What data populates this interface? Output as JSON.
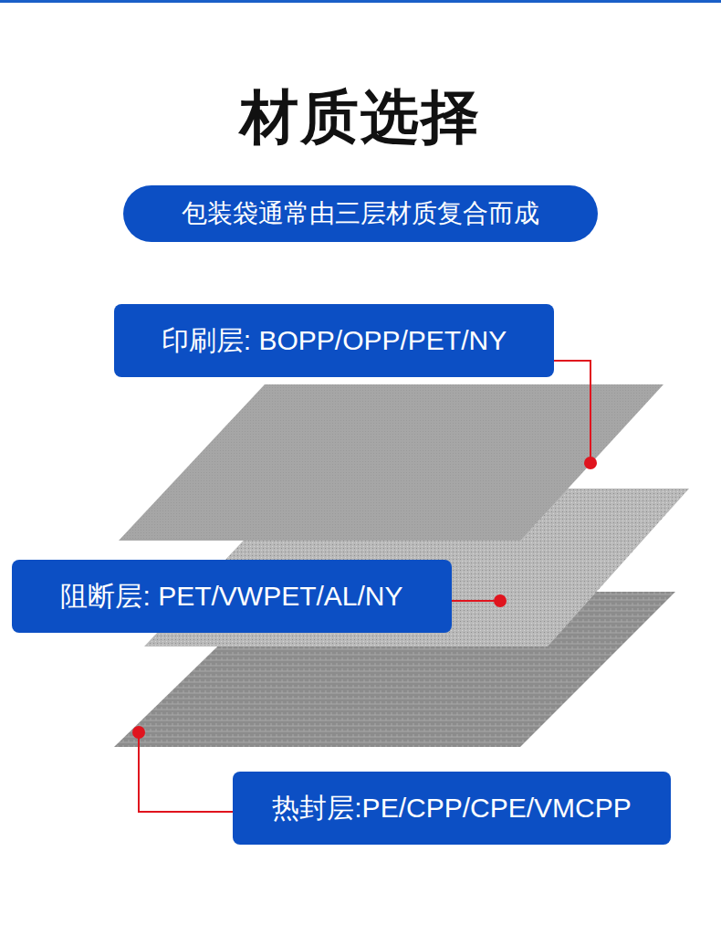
{
  "diagram": {
    "title": "材质选择",
    "nodes": [
      {
        "text": [
          "包装袋通常由三层材质复合而成"
        ]
      },
      {
        "text": [
          "印刷层: BOPP/OPP/PET/NY"
        ]
      },
      {
        "text": [
          "阻断层: PET/VWPET/AL/NY"
        ]
      },
      {
        "text": [
          "热封层:PE/CPP/CPE/VMCPP"
        ]
      }
    ]
  }
}
